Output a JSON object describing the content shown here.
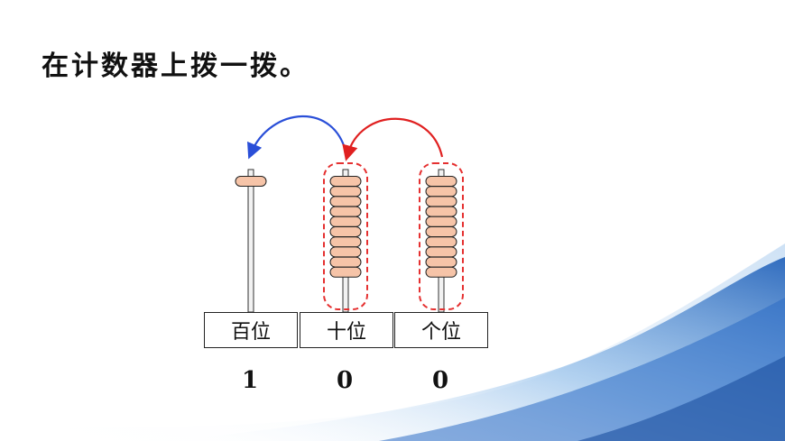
{
  "title": "在计数器上拨一拨。",
  "places": [
    {
      "label": "百位",
      "beads": 1,
      "digit": "1"
    },
    {
      "label": "十位",
      "beads": 10,
      "digit": "0"
    },
    {
      "label": "个位",
      "beads": 10,
      "digit": "0"
    }
  ],
  "colors": {
    "bead_fill": "#f6c4a8",
    "bead_stroke": "#222222",
    "group_outline": "#e53030",
    "arrow_blue": "#2a4fd8",
    "arrow_red": "#e02020",
    "rod": "#f2f2f2"
  },
  "icons": {
    "arrow_to_hundreds": "curved-arrow-blue",
    "arrow_to_tens": "curved-arrow-red"
  }
}
